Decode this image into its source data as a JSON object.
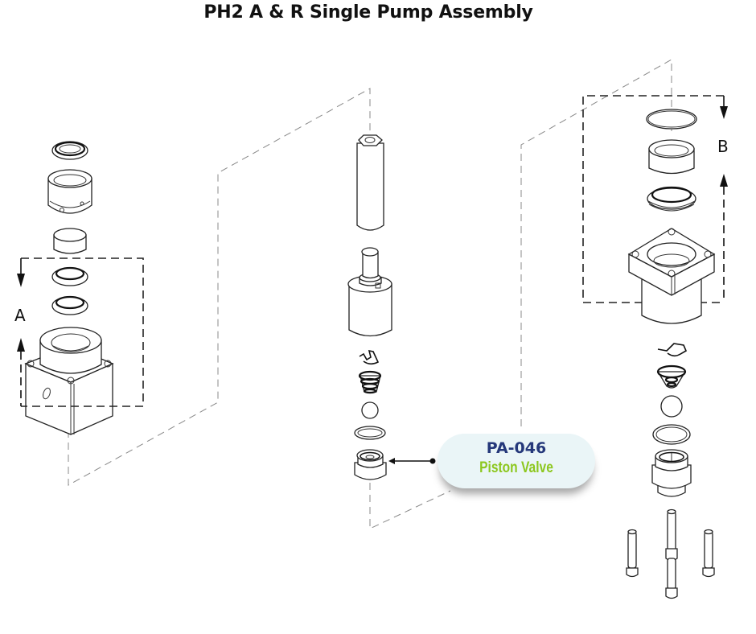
{
  "title": "PH2 A & R Single Pump Assembly",
  "section_labels": {
    "a": "A",
    "b": "B"
  },
  "callout": {
    "part_number": "PA-046",
    "part_name": "Piston Valve",
    "code_color": "#25387a",
    "name_color": "#8cc71e",
    "background_color": "#eaf5f7"
  },
  "assemblies": {
    "left": {
      "parts": [
        "top-seal",
        "gland-nut",
        "sleeve",
        "packing-ring-1",
        "packing-ring-2",
        "pump-block"
      ]
    },
    "center": {
      "parts": [
        "plunger-rod",
        "piston",
        "retaining-clip",
        "spring-cage",
        "ball",
        "o-ring",
        "piston-valve"
      ]
    },
    "right": {
      "parts": [
        "o-ring-top",
        "gland-sleeve",
        "packing-ring",
        "flange-cylinder",
        "retaining-clip",
        "valve-cage",
        "ball",
        "o-ring",
        "inlet-valve",
        "bolts"
      ]
    }
  }
}
